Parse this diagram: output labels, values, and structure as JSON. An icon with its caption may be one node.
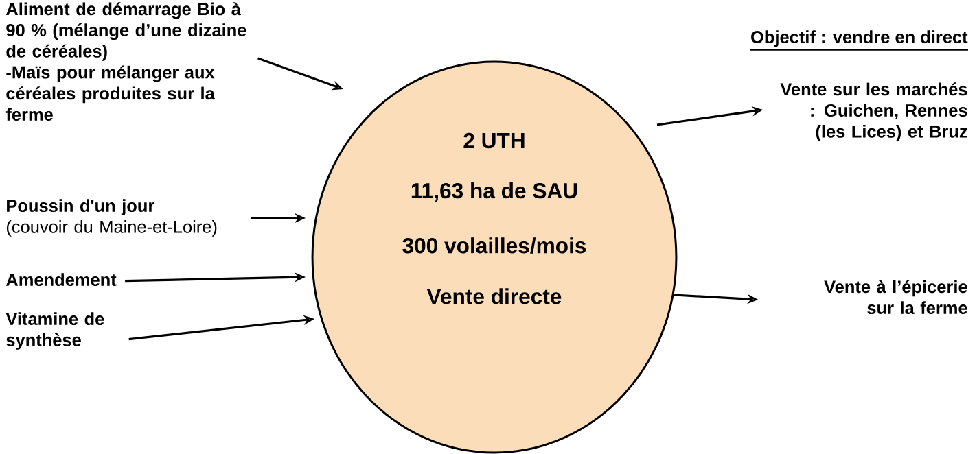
{
  "diagram": {
    "nodes": [
      {
        "text": [
          "2 UTH",
          "11,63 ha de SAU",
          "300 volailles/mois",
          "Vente directe"
        ]
      },
      {
        "text": [
          "Aliment de démarrage Bio à 90 % (mélange d’une dizaine de céréales)",
          "-Maïs pour mélanger aux céréales produites sur la ferme"
        ]
      },
      {
        "text": [
          "Poussin d'un jour",
          "(couvoir du Maine-et-Loire)"
        ]
      },
      {
        "text": [
          "Amendement"
        ]
      },
      {
        "text": [
          "Vitamine de synthèse"
        ]
      },
      {
        "text": [
          "Vente sur les marchés : Guichen, Rennes (les Lices) et Bruz"
        ]
      },
      {
        "text": [
          "Vente à l’épicerie sur la ferme"
        ]
      }
    ],
    "edges": [
      {
        "from": 1,
        "to": 0,
        "arrow": "to"
      },
      {
        "from": 2,
        "to": 0,
        "arrow": "to"
      },
      {
        "from": 3,
        "to": 0,
        "arrow": "to"
      },
      {
        "from": 4,
        "to": 0,
        "arrow": "to"
      },
      {
        "from": 0,
        "to": 5,
        "arrow": "to"
      },
      {
        "from": 0,
        "to": 6,
        "arrow": "to"
      }
    ],
    "labels": [
      "Objectif :  vendre en direct"
    ]
  }
}
